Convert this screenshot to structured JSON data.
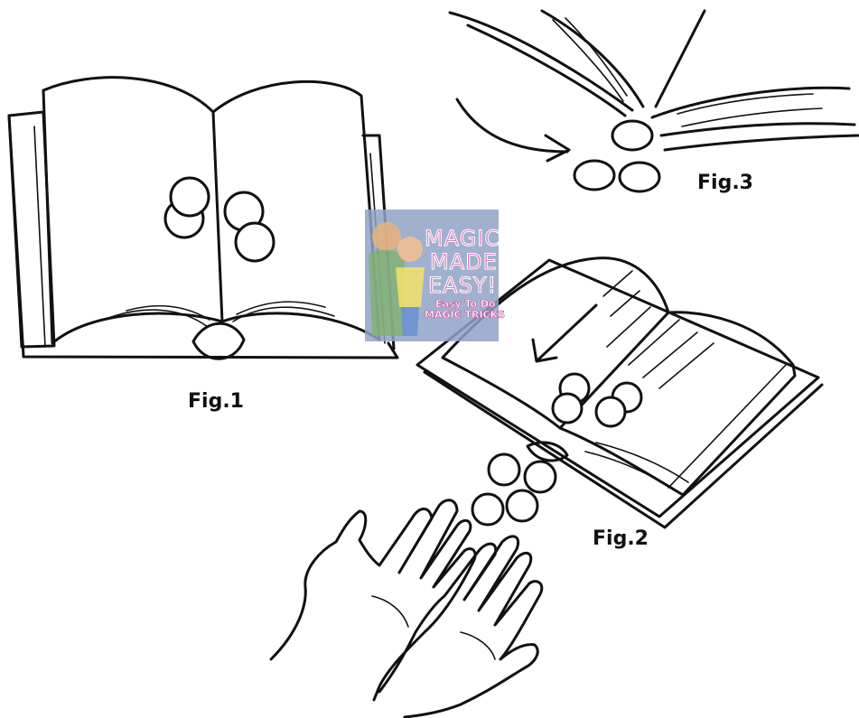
{
  "labels": {
    "fig1": "Fig.1",
    "fig2": "Fig.2",
    "fig3": "Fig.3"
  },
  "watermark": {
    "title_lines": [
      "MAGIC",
      "MADE",
      "EASY!"
    ],
    "subtitle_lines": [
      "Easy To Do",
      "MAGIC TRICKS"
    ]
  },
  "colors": {
    "ink": "#111111",
    "watermark_bg": "#8fa3c7",
    "watermark_text": "#e07bb8"
  }
}
